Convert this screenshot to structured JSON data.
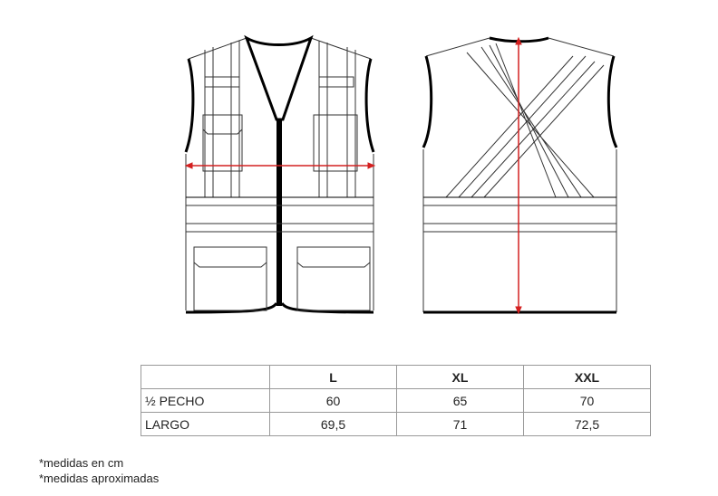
{
  "drawing": {
    "front_view": "vest-front",
    "back_view": "vest-back",
    "measure_color": "#d42020"
  },
  "table": {
    "headers": [
      "",
      "L",
      "XL",
      "XXL"
    ],
    "rows": [
      {
        "label": "½  PECHO",
        "values": [
          "60",
          "65",
          "70"
        ]
      },
      {
        "label": "LARGO",
        "values": [
          "69,5",
          "71",
          "72,5"
        ]
      }
    ]
  },
  "notes": [
    "*medidas en cm",
    "*medidas aproximadas"
  ]
}
